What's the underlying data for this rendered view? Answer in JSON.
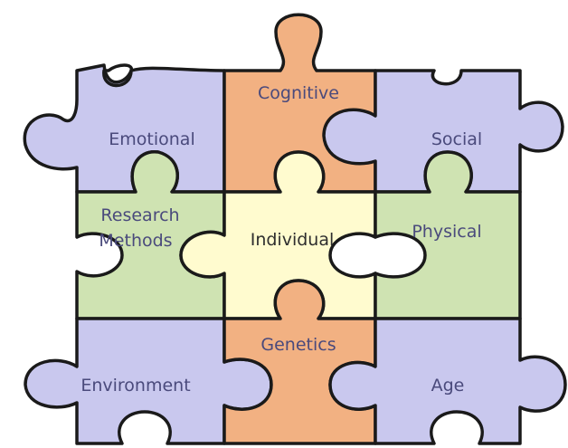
{
  "pieces": {
    "emotional": {
      "label": "Emotional",
      "color": "#c9c8ee"
    },
    "cognitive": {
      "label": "Cognitive",
      "color": "#f2b182"
    },
    "social": {
      "label": "Social",
      "color": "#c9c8ee"
    },
    "research": {
      "label_line1": "Research",
      "label_line2": "Methods",
      "color": "#cfe3b2"
    },
    "individual": {
      "label": "Individual",
      "color": "#fffbcf"
    },
    "physical": {
      "label": "Physical",
      "color": "#cfe3b2"
    },
    "environment": {
      "label": "Environment",
      "color": "#c9c8ee"
    },
    "genetics": {
      "label": "Genetics",
      "color": "#f2b182"
    },
    "age": {
      "label": "Age",
      "color": "#c9c8ee"
    }
  }
}
